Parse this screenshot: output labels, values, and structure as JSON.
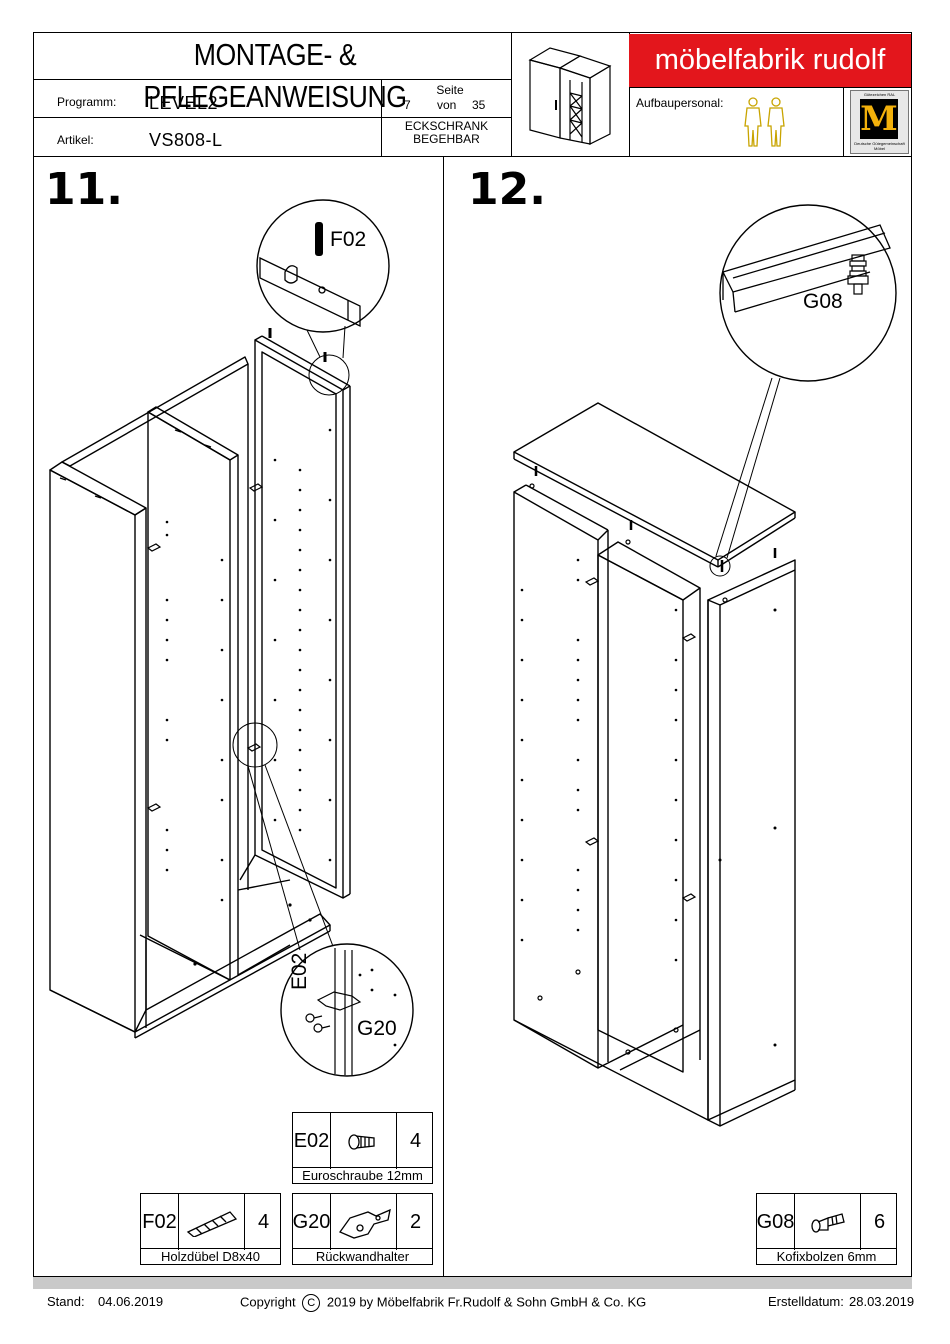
{
  "header": {
    "title": "MONTAGE- & PFLEGEANWEISUNG",
    "programm_label": "Programm:",
    "programm_value": "LEVEL2",
    "artikel_label": "Artikel:",
    "artikel_value": "VS808-L",
    "seite_label": "Seite",
    "page_current": "7",
    "page_of_label": "von",
    "page_total": "35",
    "type_line1": "ECKSCHRANK",
    "type_line2": "BEGEHBAR",
    "brand": "möbelfabrik rudolf",
    "aufbaupersonal_label": "Aufbaupersonal:",
    "logo_letter": "M",
    "logo_top_text": "Gütezeichen RAL",
    "logo_bottom_text": "Deutsche Gütegemeinschaft Möbel"
  },
  "steps": [
    {
      "number": "11.",
      "callouts": {
        "f02": "F02",
        "e02": "E02",
        "g20": "G20"
      },
      "parts": [
        {
          "code": "E02",
          "qty": "4",
          "name": "Euroschraube 12mm",
          "icon": "screw-icon"
        },
        {
          "code": "F02",
          "qty": "4",
          "name": "Holzdübel D8x40",
          "icon": "dowel-icon"
        },
        {
          "code": "G20",
          "qty": "2",
          "name": "Rückwandhalter",
          "icon": "bracket-icon"
        }
      ]
    },
    {
      "number": "12.",
      "callouts": {
        "g08": "G08"
      },
      "parts": [
        {
          "code": "G08",
          "qty": "6",
          "name": "Kofixbolzen 6mm",
          "icon": "bolt-icon"
        }
      ]
    }
  ],
  "footer": {
    "stand_label": "Stand:",
    "stand_date": "04.06.2019",
    "copyright_label": "Copyright",
    "copyright_symbol": "C",
    "copyright_text": "2019  by Möbelfabrik Fr.Rudolf & Sohn GmbH & Co. KG",
    "erstell_label": "Erstelldatum:",
    "erstell_date": "28.03.2019"
  },
  "colors": {
    "brand": "#e3161c",
    "figure_gold": "#c8a400"
  }
}
